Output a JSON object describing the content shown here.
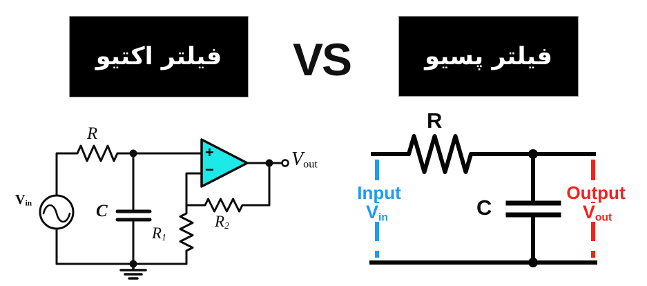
{
  "banners": {
    "active": "فیلتر اکتیو",
    "passive": "فیلتر پسیو",
    "vs": "VS",
    "bg": "#000000",
    "fg": "#ffffff"
  },
  "active_circuit": {
    "opamp_fill": "#1de9e9",
    "labels": {
      "vin_main": "V",
      "vin_sub": "in",
      "r": "R",
      "c": "C",
      "plus": "+",
      "minus": "−",
      "r1_main": "R",
      "r1_sub": "1",
      "r2_main": "R",
      "r2_sub": "2",
      "vout_main": "V",
      "vout_sub": "out"
    }
  },
  "passive_circuit": {
    "input_color": "#1e9bf0",
    "output_color": "#f3221d",
    "labels": {
      "r": "R",
      "c": "C",
      "input": "Input",
      "vin_main": "V",
      "vin_sub": "in",
      "output": "Output",
      "vout_main": "V",
      "vout_sub": "out"
    }
  }
}
